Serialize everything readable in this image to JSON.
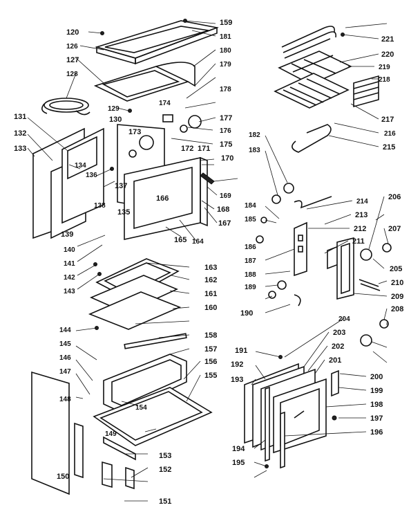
{
  "diagram": {
    "part_numbers": [
      "120",
      "126",
      "127",
      "128",
      "129",
      "130",
      "131",
      "132",
      "133",
      "134",
      "135",
      "136",
      "137",
      "138",
      "139",
      "140",
      "141",
      "142",
      "143",
      "144",
      "145",
      "146",
      "147",
      "148",
      "149",
      "150",
      "151",
      "152",
      "153",
      "154",
      "155",
      "156",
      "157",
      "158",
      "159",
      "160",
      "161",
      "162",
      "163",
      "164",
      "165",
      "166",
      "167",
      "168",
      "169",
      "170",
      "171",
      "172",
      "173",
      "174",
      "175",
      "176",
      "177",
      "178",
      "179",
      "180",
      "181",
      "182",
      "183",
      "184",
      "185",
      "186",
      "187",
      "188",
      "189",
      "190",
      "191",
      "192",
      "193",
      "194",
      "195",
      "196",
      "197",
      "198",
      "199",
      "200",
      "201",
      "202",
      "203",
      "204",
      "205",
      "206",
      "207",
      "208",
      "209",
      "210",
      "211",
      "212",
      "213",
      "214",
      "215",
      "216",
      "217",
      "218",
      "219",
      "220",
      "221"
    ]
  }
}
